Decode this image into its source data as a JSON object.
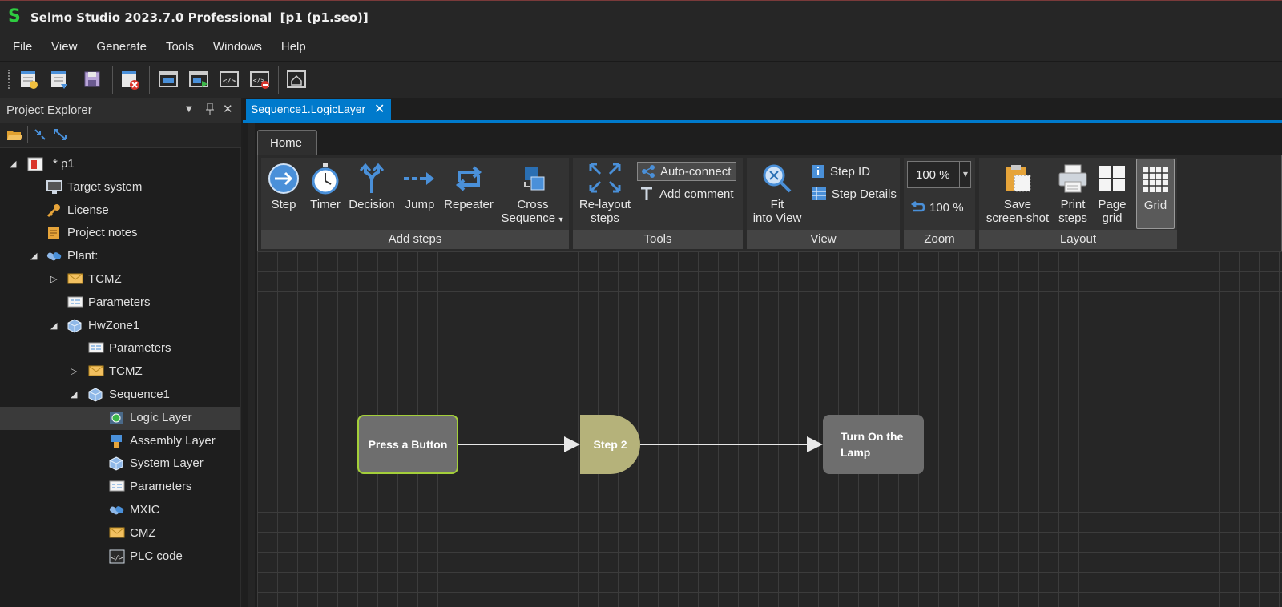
{
  "window": {
    "logo": "S",
    "title": "Selmo Studio 2023.7.0 Professional  [p1 (p1.seo)]"
  },
  "menu": [
    "File",
    "View",
    "Generate",
    "Tools",
    "Windows",
    "Help"
  ],
  "toolbar": {
    "icons": [
      "new-project-icon",
      "open-project-icon",
      "save-project-icon",
      "close-project-icon",
      "window-icon",
      "window-run-icon",
      "code-icon",
      "code-remove-icon",
      "home-icon"
    ]
  },
  "explorer": {
    "title": "Project Explorer",
    "tree": [
      {
        "label": "* p1",
        "icon": "project-icon",
        "expanded": true
      },
      {
        "label": "Target system",
        "icon": "monitor-icon"
      },
      {
        "label": "License",
        "icon": "key-icon"
      },
      {
        "label": "Project notes",
        "icon": "notes-icon"
      },
      {
        "label": "Plant:",
        "icon": "plant-icon",
        "expanded": true
      },
      {
        "label": "TCMZ",
        "icon": "envelope-icon",
        "expanded": false
      },
      {
        "label": "Parameters",
        "icon": "parameters-icon"
      },
      {
        "label": "HwZone1",
        "icon": "cube-icon",
        "expanded": true
      },
      {
        "label": "Parameters",
        "icon": "parameters-icon"
      },
      {
        "label": "TCMZ",
        "icon": "envelope-icon",
        "expanded": false
      },
      {
        "label": "Sequence1",
        "icon": "cube-icon",
        "expanded": true
      },
      {
        "label": "Logic Layer",
        "icon": "logic-layer-icon",
        "selected": true
      },
      {
        "label": "Assembly Layer",
        "icon": "assembly-layer-icon"
      },
      {
        "label": "System Layer",
        "icon": "cube-icon"
      },
      {
        "label": "Parameters",
        "icon": "parameters-icon"
      },
      {
        "label": "MXIC",
        "icon": "mxic-icon"
      },
      {
        "label": "CMZ",
        "icon": "envelope-icon"
      },
      {
        "label": "PLC code",
        "icon": "code-icon"
      }
    ]
  },
  "document": {
    "tab_label": "Sequence1.LogicLayer",
    "close": "✕"
  },
  "ribbon": {
    "tab": "Home",
    "groups": {
      "add_steps": {
        "label": "Add steps",
        "buttons": {
          "step": "Step",
          "timer": "Timer",
          "decision": "Decision",
          "jump": "Jump",
          "repeater": "Repeater",
          "cross_1": "Cross",
          "cross_2": "Sequence"
        }
      },
      "tools": {
        "label": "Tools",
        "relayout_1": "Re-layout",
        "relayout_2": "steps",
        "auto_connect": "Auto-connect",
        "add_comment": "Add comment"
      },
      "view": {
        "label": "View",
        "fit_1": "Fit",
        "fit_2": "into View",
        "step_id": "Step ID",
        "step_details": "Step Details"
      },
      "zoom": {
        "label": "Zoom",
        "value": "100 %",
        "reset": "100 %"
      },
      "layout": {
        "label": "Layout",
        "save_1": "Save",
        "save_2": "screen-shot",
        "print_1": "Print",
        "print_2": "steps",
        "page_1": "Page",
        "page_2": "grid",
        "grid": "Grid"
      }
    }
  },
  "canvas": {
    "steps": [
      {
        "label": "Press a Button",
        "shape": "rounded-rect",
        "fill": "#6e6e6e",
        "border": "#a4cf3a"
      },
      {
        "label": "Step 2",
        "shape": "d-shape",
        "fill": "#b5b27a"
      },
      {
        "label": "Turn On the Lamp",
        "shape": "rounded-rect",
        "fill": "#6e6e6e"
      }
    ]
  },
  "colors": {
    "accent": "#007acc",
    "logo": "#2ecc40",
    "selected_border": "#a4cf3a"
  }
}
